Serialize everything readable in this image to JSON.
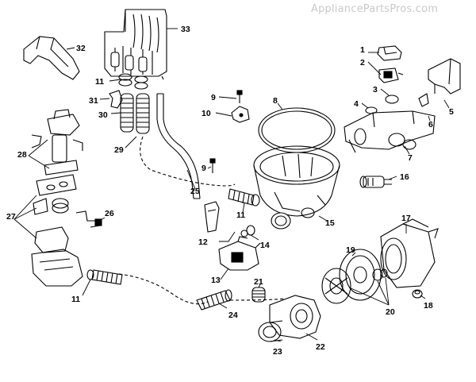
{
  "watermark": "AppliancePartsPros.com",
  "callouts": {
    "c1": "1",
    "c2": "2",
    "c3": "3",
    "c4": "4",
    "c5": "5",
    "c6": "6",
    "c7": "7",
    "c8": "8",
    "c9a": "9",
    "c9b": "9",
    "c10": "10",
    "c11a": "11",
    "c11b": "11",
    "c11c": "11",
    "c12": "12",
    "c13": "13",
    "c14": "14",
    "c15": "15",
    "c16": "16",
    "c17": "17",
    "c18": "18",
    "c19": "19",
    "c20": "20",
    "c21": "21",
    "c22": "22",
    "c23": "23",
    "c24": "24",
    "c25": "25",
    "c26": "26",
    "c27": "27",
    "c28": "28",
    "c29": "29",
    "c30": "30",
    "c31": "31",
    "c32": "32",
    "c33": "33"
  },
  "colors": {
    "line": "#000000",
    "watermark": "#c9c9c9",
    "background": "#ffffff"
  }
}
